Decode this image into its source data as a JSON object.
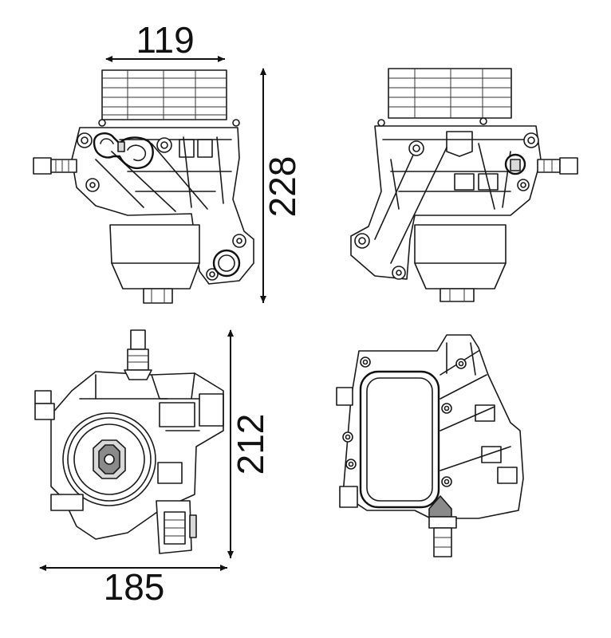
{
  "dimensions": {
    "width_top": "119",
    "height_right": "228",
    "height_left_lower": "212",
    "width_bottom": "185"
  }
}
